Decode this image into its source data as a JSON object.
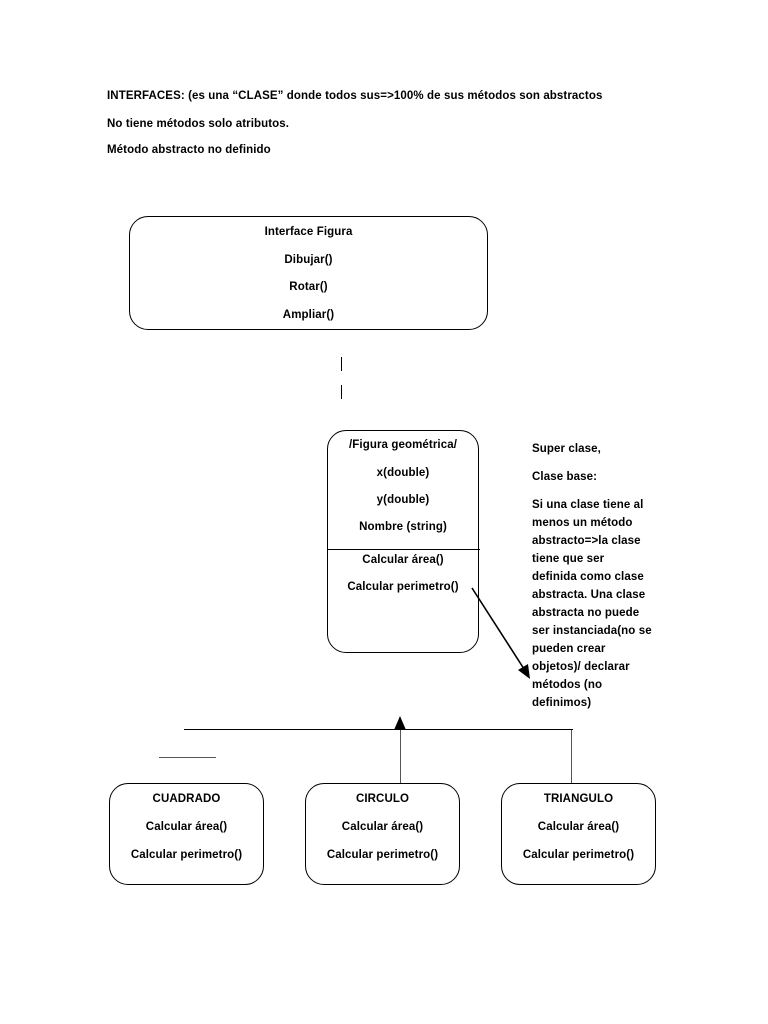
{
  "document": {
    "header_lines": [
      "INTERFACES: (es una “CLASE” donde todos sus=>100% de sus métodos son abstractos",
      "No tiene métodos solo atributos.",
      "Método abstracto no definido"
    ]
  },
  "interface_box": {
    "title": "Interface Figura",
    "methods": [
      "Dibujar()",
      "Rotar()",
      "Ampliar()"
    ]
  },
  "abstract_class_box": {
    "title": "/Figura geométrica/",
    "attributes": [
      "x(double)",
      "y(double)",
      "Nombre (string)"
    ],
    "methods": [
      "Calcular área()",
      "Calcular perimetro()"
    ]
  },
  "subclasses": [
    {
      "title": "CUADRADO",
      "methods": [
        "Calcular área()",
        "Calcular perimetro()"
      ]
    },
    {
      "title": "CIRCULO",
      "methods": [
        "Calcular área()",
        "Calcular perimetro()"
      ]
    },
    {
      "title": "TRIANGULO",
      "methods": [
        "Calcular área()",
        "Calcular perimetro()"
      ]
    }
  ],
  "annotation": {
    "heading_1": "Super clase,",
    "heading_2": "Clase base:",
    "body_lines": [
      "Si una clase tiene al",
      "menos un método",
      "abstracto=>la clase",
      "tiene que ser",
      "definida como clase",
      "abstracta. Una clase",
      "abstracta no puede",
      "ser instanciada(no se",
      "pueden crear",
      "objetos)/ declarar",
      "métodos (no",
      "definimos)"
    ]
  },
  "colors": {
    "ink": "#000000",
    "paper": "#ffffff",
    "connector": "#555555"
  }
}
